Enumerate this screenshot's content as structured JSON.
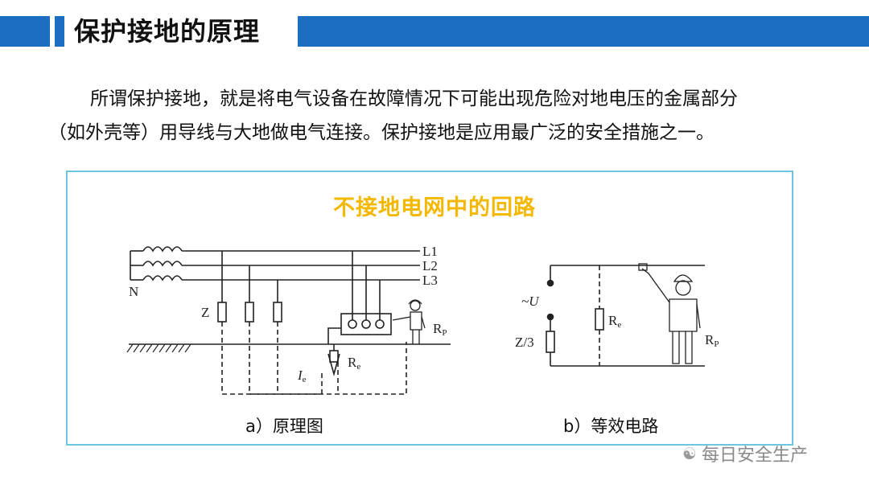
{
  "header": {
    "title": "保护接地的原理"
  },
  "intro": {
    "line1": "所谓保护接地，就是将电气设备在故障情况下可能出现危险对地电压的金属部分",
    "line2": "（如外壳等）用导线与大地做电气连接。保护接地是应用最广泛的安全措施之一。"
  },
  "figure": {
    "title": "不接地电网中的回路",
    "caption_a": "a）原理图",
    "caption_b": "b）等效电路",
    "labels_a": {
      "L1": "L1",
      "L2": "L2",
      "L3": "L3",
      "N": "N",
      "Z": "Z",
      "Rp": "R",
      "Rp_sub": "P",
      "Re": "R",
      "Re_sub": "e",
      "Ie": "I",
      "Ie_sub": "e"
    },
    "labels_b": {
      "U": "~U",
      "Z3": "Z/3",
      "Re": "R",
      "Re_sub": "e",
      "Rp": "R",
      "Rp_sub": "P"
    }
  },
  "watermark": {
    "icon": "wechat-icon",
    "text": "每日安全生产"
  },
  "colors": {
    "header_blue": "#1c6fc0",
    "frame_cyan": "#6cc6de",
    "figure_title": "#f5b800"
  }
}
